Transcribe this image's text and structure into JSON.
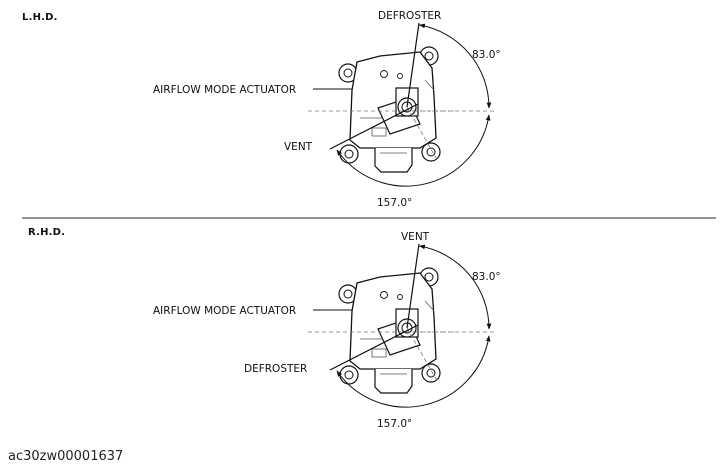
{
  "panels": [
    {
      "label": "L.H.D.",
      "top_label": "DEFROSTER",
      "actuator_label": "AIRFLOW MODE ACTUATOR",
      "lower_label": "VENT",
      "angle_small": "83.0°",
      "angle_large": "157.0°"
    },
    {
      "label": "R.H.D.",
      "top_label": "VENT",
      "actuator_label": "AIRFLOW MODE ACTUATOR",
      "lower_label": "DEFROSTER",
      "angle_small": "83.0°",
      "angle_large": "157.0°"
    }
  ],
  "figure_code": "ac30zw00001637",
  "colors": {
    "line": "#111111",
    "divider": "#6f6f6f"
  }
}
